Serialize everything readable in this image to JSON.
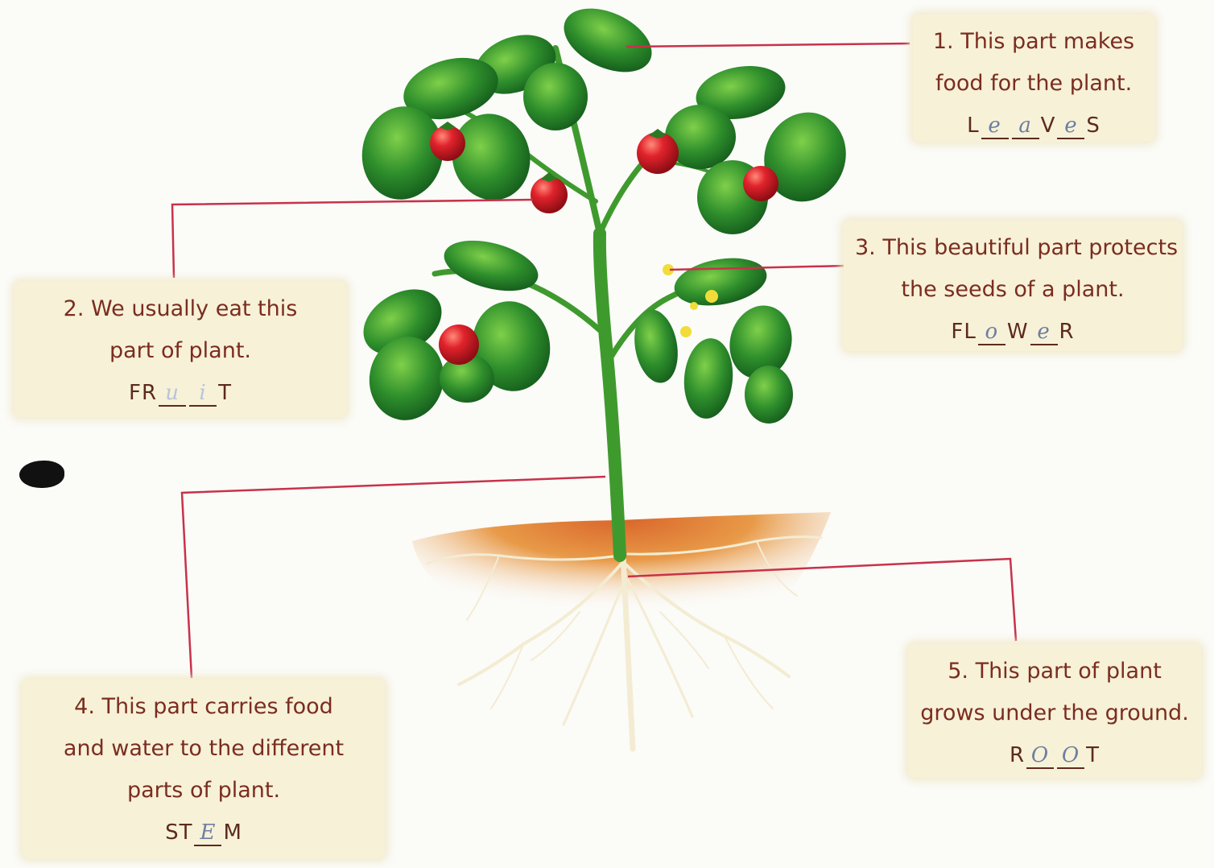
{
  "labels": [
    {
      "number": "1.",
      "lines": [
        "This part makes",
        "food for the plant."
      ],
      "answer": [
        {
          "t": "L"
        },
        {
          "blank": "e"
        },
        {
          "blank": "a"
        },
        {
          "t": "V"
        },
        {
          "blank": "e"
        },
        {
          "t": "S"
        }
      ]
    },
    {
      "number": "2.",
      "lines": [
        "We usually eat this",
        "part of plant."
      ],
      "answer": [
        {
          "t": "FR"
        },
        {
          "blank": "u",
          "faint": true
        },
        {
          "blank": "i",
          "faint": true
        },
        {
          "t": "T"
        }
      ]
    },
    {
      "number": "3.",
      "lines": [
        "This beautiful part protects",
        "the seeds of a plant."
      ],
      "answer": [
        {
          "t": "FL"
        },
        {
          "blank": "o"
        },
        {
          "t": "W"
        },
        {
          "blank": "e"
        },
        {
          "t": "R"
        }
      ]
    },
    {
      "number": "4.",
      "lines": [
        "This part carries food",
        "and water to the different",
        "parts of plant."
      ],
      "answer": [
        {
          "t": "ST"
        },
        {
          "blank": "E"
        },
        {
          "t": "M"
        }
      ]
    },
    {
      "number": "5.",
      "lines": [
        "This part of plant",
        "grows under the ground."
      ],
      "answer": [
        {
          "t": "R"
        },
        {
          "blank": "O"
        },
        {
          "blank": "O"
        },
        {
          "t": "T"
        }
      ]
    }
  ],
  "colors": {
    "card_background": "#f7f1d8",
    "card_text": "#7a2d1f",
    "leader_line": "#c8324a",
    "leaf": "#2e8b2e",
    "stem": "#3f9a2e",
    "fruit": "#d8202b",
    "flower": "#f2dc3a",
    "soil": "#e08a3a",
    "root": "#f3ead0"
  },
  "illustration": "tomato-plant-with-roots-in-soil"
}
